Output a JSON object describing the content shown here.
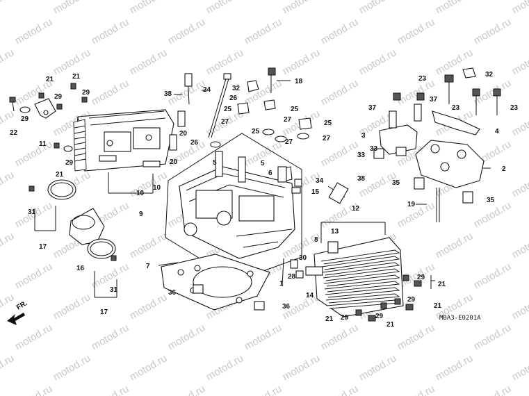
{
  "diagram": {
    "code": "MBA3-E0201A",
    "direction_label": "FR.",
    "watermark": "motod.ru",
    "callouts": [
      "1",
      "2",
      "3",
      "4",
      "5",
      "6",
      "7",
      "8",
      "9",
      "10",
      "11",
      "12",
      "13",
      "14",
      "15",
      "16",
      "17",
      "18",
      "19",
      "20",
      "21",
      "22",
      "23",
      "24",
      "25",
      "26",
      "27",
      "28",
      "29",
      "30",
      "31",
      "32",
      "33",
      "34",
      "35",
      "36",
      "37",
      "38"
    ]
  }
}
